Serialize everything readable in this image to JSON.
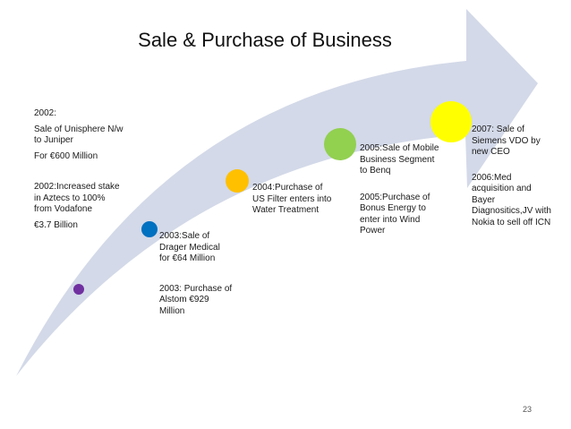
{
  "title": "Sale & Purchase of Business",
  "page_number": "23",
  "colors": {
    "arrow": "#d3d9e8",
    "dot_2002": "#7030a0",
    "dot_2003": "#0070c0",
    "dot_2004": "#ffc000",
    "dot_2005": "#92d050",
    "dot_2007": "#ffff00"
  },
  "milestones": [
    {
      "id": "2002",
      "texts": [
        "2002:",
        "Sale of Unisphere N/w to Juniper",
        "For €600 Million",
        "2002:Increased stake in Aztecs to 100% from Vodafone",
        "€3.7 Billion"
      ]
    },
    {
      "id": "2003",
      "texts": [
        "2003:Sale of Drager Medical for €64 Million",
        "2003: Purchase of Alstom €929 Million"
      ]
    },
    {
      "id": "2004",
      "texts": [
        "2004:Purchase of US Filter enters into Water Treatment"
      ]
    },
    {
      "id": "2005",
      "texts": [
        "2005:Sale of Mobile Business Segment to Benq",
        "2005:Purchase of Bonus Energy to enter into Wind Power"
      ]
    },
    {
      "id": "2007",
      "texts": [
        "2007: Sale of Siemens VDO by new CEO",
        "2006:Med acquisition and Bayer Diagnositics,JV with Nokia to sell off ICN"
      ]
    }
  ]
}
